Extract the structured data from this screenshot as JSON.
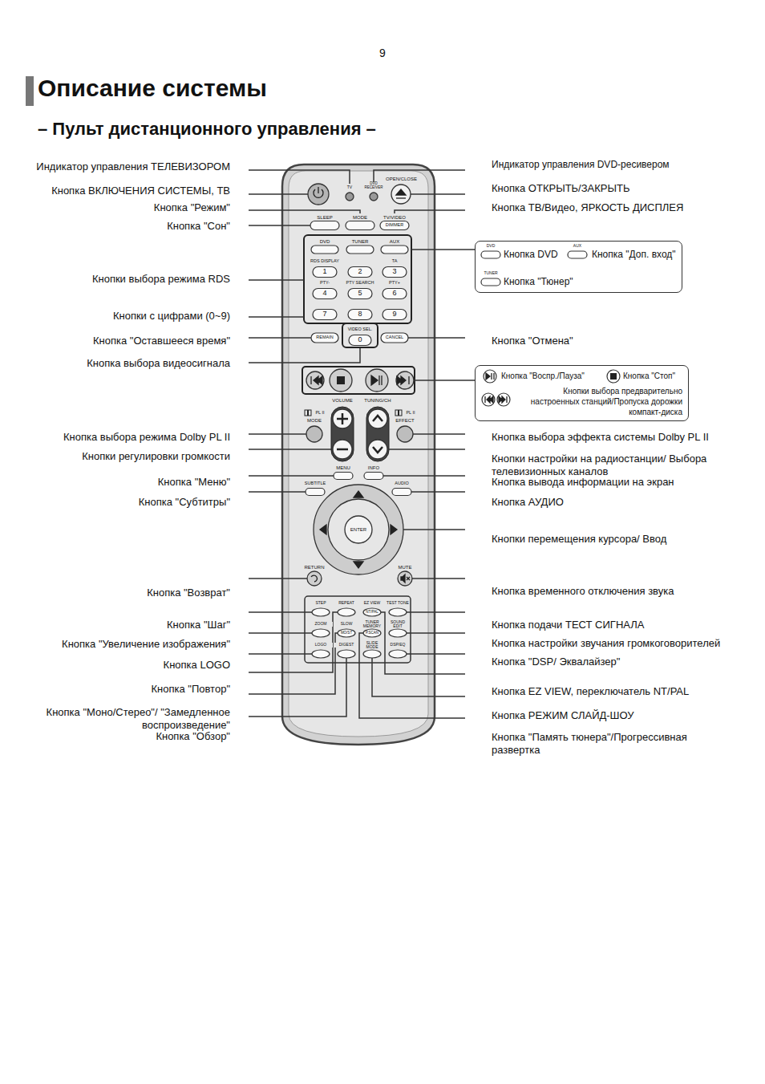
{
  "diagram": {
    "title": "Описание системы",
    "nodes": [
      {
        "text": [
          "DVD",
          "Кнопка DVD",
          "AUX",
          "Кнопка \"Доп. вход\"",
          "TUNER",
          "Кнопка \"Тюнер\""
        ]
      },
      {
        "text": [
          "Кнопка \"Воспр./Пауза\"",
          "Кнопка \"Стоп\"",
          "Кнопки выбора предварительно настроенных станций/Пропуска дорожки компакт-диска"
        ]
      }
    ],
    "labels": [
      "9",
      "– Пульт дистанционного управления –",
      "Индикатор управления ТЕЛЕВИЗОРОМ",
      "Кнопка ВКЛЮЧЕНИЯ СИСТЕМЫ, ТВ",
      "Кнопка \"Режим\"",
      "Кнопка \"Сон\"",
      "Кнопки выбора режима RDS",
      "Кнопки с цифрами (0~9)",
      "Кнопка \"Оставшееся время\"",
      "Кнопка выбора видеосигнала",
      "Кнопка выбора режима Dolby PL II",
      "Кнопки регулировки громкости",
      "Кнопка \"Меню\"",
      "Кнопка \"Субтитры\"",
      "Кнопка \"Возврат\"",
      "Кнопка \"Шаг\"",
      "Кнопка \"Увеличение изображения\"",
      "Кнопка LOGO",
      "Кнопка \"Повтор\"",
      "Кнопка \"Моно/Стерео\"/ \"Замедленное воспроизведение\"",
      "Кнопка \"Обзор\"",
      "Индикатор управления DVD-ресивером",
      "Кнопка ОТКРЫТЬ/ЗАКРЫТЬ",
      "Кнопка ТВ/Видео, ЯРКОСТЬ ДИСПЛЕЯ",
      "Кнопка \"Отмена\"",
      "Кнопка выбора эффекта системы Dolby PL II",
      "Кнопки настройки на радиостанции/ Выбора телевизионных каналов",
      "Кнопка вывода информации на экран",
      "Кнопка АУДИО",
      "Кнопки перемещения курсора/ Ввод",
      "Кнопка временного отключения звука",
      "Кнопка подачи ТЕСТ СИГНАЛА",
      "Кнопка настройки звучания громкоговорителей",
      "Кнопка \"DSP/ Эквалайзер\"",
      "Кнопка EZ VIEW, переключатель NT/PAL",
      "Кнопка РЕЖИМ СЛАЙД-ШОУ",
      "Кнопка \"Память тюнера\"/Прогрессивная развертка",
      "TV",
      "DVD RECEIVER",
      "OPEN/CLOSE",
      "SLEEP",
      "MODE",
      "TV/VIDEO",
      "DIMMER",
      "DVD",
      "TUNER",
      "AUX",
      "RDS DISPLAY",
      "TA",
      "1",
      "2",
      "3",
      "PTY-",
      "PTY SEARCH",
      "PTY+",
      "4",
      "5",
      "6",
      "7",
      "8",
      "9",
      "REMAIN",
      "VIDEO SEL.",
      "0",
      "CANCEL",
      "VOLUME",
      "TUNING/CH",
      "PL II",
      "MODE",
      "PL II",
      "EFFECT",
      "MENU",
      "INFO",
      "SUBTITLE",
      "AUDIO",
      "ENTER",
      "RETURN",
      "MUTE",
      "STEP",
      "REPEAT",
      "EZ VIEW",
      "TEST TONE",
      "NT/PAL",
      "ZOOM",
      "SLOW",
      "TUNER MEMORY",
      "SOUND EDIT",
      "MO/ST",
      "P.SCAN",
      "LOGO",
      "DIGEST",
      "SLIDE MODE",
      "DSP/EQ"
    ]
  }
}
